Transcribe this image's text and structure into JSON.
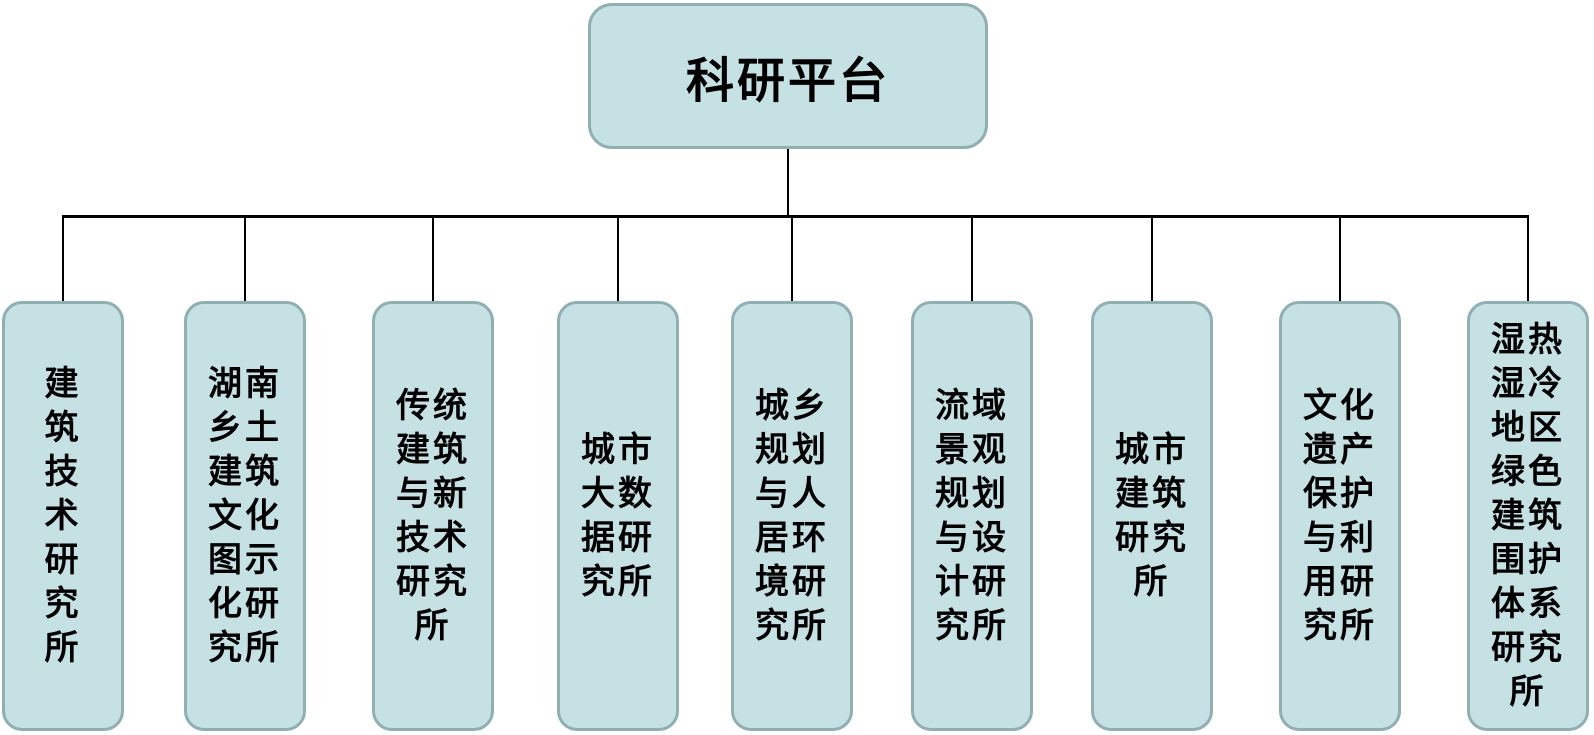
{
  "root": {
    "label": "科研平台"
  },
  "institutes": [
    {
      "name": "建筑技术研究所",
      "display": "建\n筑\n技\n术\n研\n究\n所"
    },
    {
      "name": "湖南乡土建筑文化图示化研究所",
      "display": "湖南\n乡土\n建筑\n文化\n图示\n化研\n究所"
    },
    {
      "name": "传统建筑与新技术研究所",
      "display": "传统\n建筑\n与新\n技术\n研究\n所"
    },
    {
      "name": "城市大数据研究所",
      "display": "城市\n大数\n据研\n究所"
    },
    {
      "name": "城乡规划与人居环境研究所",
      "display": "城乡\n规划\n与人\n居环\n境研\n究所"
    },
    {
      "name": "流域景观规划与设计研究所",
      "display": "流域\n景观\n规划\n与设\n计研\n究所"
    },
    {
      "name": "城市建筑研究所",
      "display": "城市\n建筑\n研究\n所"
    },
    {
      "name": "文化遗产保护与利用研究所",
      "display": "文化\n遗产\n保护\n与利\n用研\n究所"
    },
    {
      "name": "湿热湿冷地区绿色建筑围护体系研究所",
      "display": "湿热\n湿冷\n地区\n绿色\n建筑\n围护\n体系\n研究\n所"
    }
  ],
  "colors": {
    "box_fill": "#c5e1e3",
    "box_border": "#8fafb3",
    "connector": "#000000",
    "text": "#000000",
    "background": "#ffffff"
  }
}
